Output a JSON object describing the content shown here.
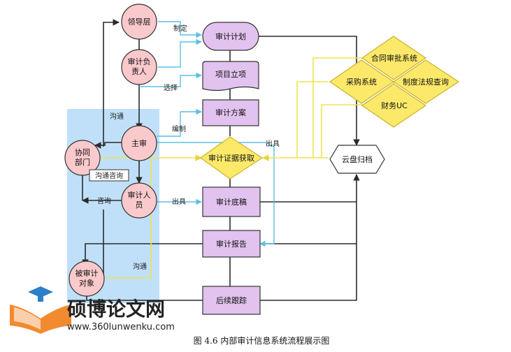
{
  "nodes": {
    "leadership": "领导层",
    "audit_chief": [
      "审计负",
      "责人"
    ],
    "chief_auditor": "主审",
    "coop_dept": [
      "协同",
      "部门"
    ],
    "auditor": [
      "审计人",
      "员"
    ],
    "auditee": [
      "被审计",
      "对象"
    ],
    "audit_plan": "审计计划",
    "project_setup": "项目立项",
    "audit_scheme": "审计方案",
    "evidence": "审计证据获取",
    "working_paper": "审计底稿",
    "audit_report": "审计报告",
    "follow_up": "后续跟踪",
    "cloud_archive": "云盘归档",
    "contract_system": "合同审批系统",
    "procurement_system": "采购系统",
    "regulation_query": "制度法规查询",
    "finance_uc": "财务UC"
  },
  "edge_labels": {
    "formulate": "制定",
    "select": "选择",
    "compile": "编制",
    "communicate_1": "沟通",
    "communicate_consult": "沟通咨询",
    "consult": "咨询",
    "issue_1": "出具",
    "issue_2": "出具",
    "communicate_2": "沟通"
  },
  "watermark": {
    "name": "硕博论文网",
    "url": "www.360lunwenku.com"
  },
  "caption": "图 4.6  内部审计信息系统流程展示图",
  "colors": {
    "role_fill": "#f9c9cc",
    "process_fill": "#e2c2ee",
    "system_fill": "#fce96a",
    "system_stroke": "#c9b22a",
    "panel_fill": "#bfe0f8",
    "cyan_line": "#5bbfe6",
    "yellow_line": "#f2e24a",
    "dark_line": "#2b2b2b"
  }
}
